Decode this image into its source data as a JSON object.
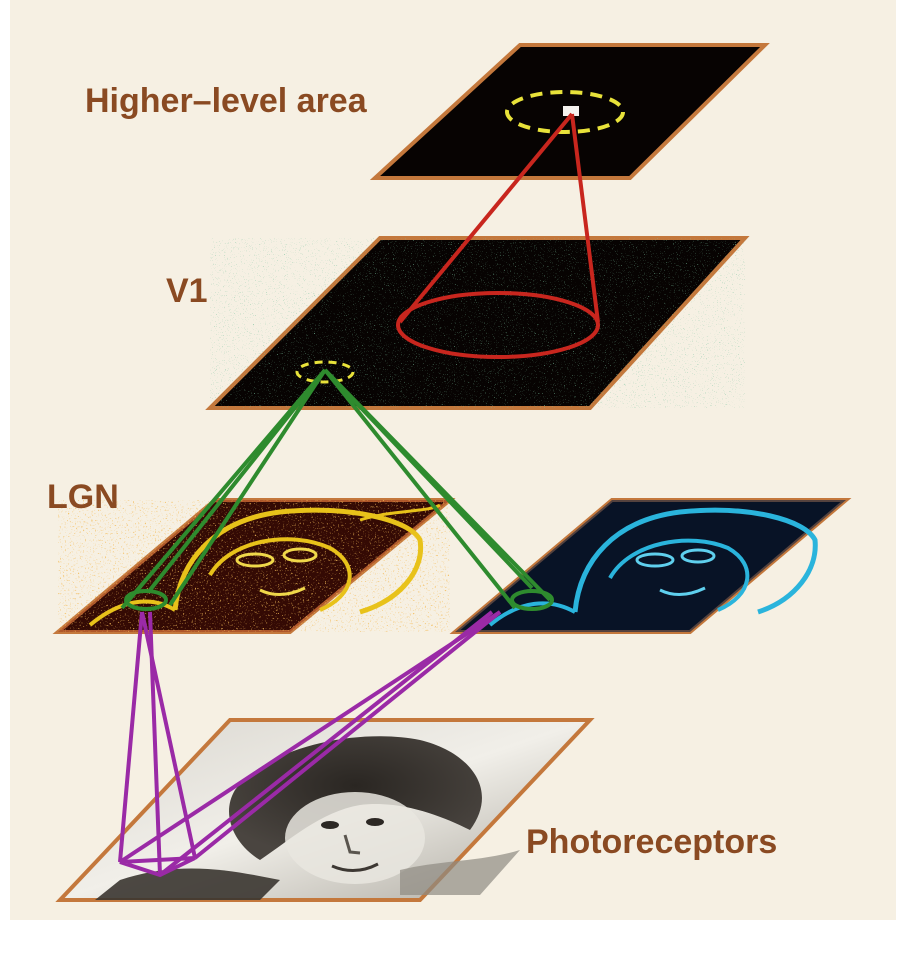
{
  "labels": {
    "higher": "Higher–level area",
    "v1": "V1",
    "lgn": "LGN",
    "photo": "Photoreceptors"
  },
  "colors": {
    "background": "#f6f0e3",
    "label_text": "#8a4a22",
    "plane_fill": "#070302",
    "plane_border": "#c4783c",
    "receptive_field_dash": "#e8e23a",
    "red_cone": "#c8261e",
    "green_cones": "#2e8b2e",
    "purple_cones": "#9a2aa6",
    "lgn_left_edges": "#e8c21a",
    "lgn_right_edges": "#2ab4dc"
  },
  "layers": [
    "higher-level-area-plane",
    "v1-plane",
    "lgn-left-plane",
    "lgn-right-plane",
    "photoreceptor-plane"
  ]
}
